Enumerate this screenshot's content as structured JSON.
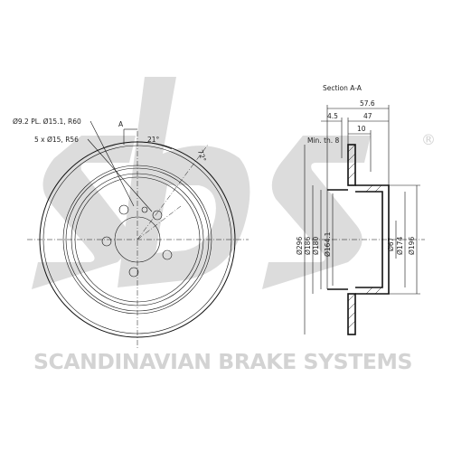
{
  "watermark": {
    "logo_text": "sbs",
    "company_text": "SCANDINAVIAN BRAKE SYSTEMS",
    "registered_mark": "®"
  },
  "front_view": {
    "callout_holes": "Ø9.2 PL. Ø15.1, R60",
    "callout_bolts": "5 x Ø15, R56",
    "section_marker": "A",
    "angle_label": "21°",
    "angle2_label": "72°"
  },
  "section_view": {
    "title": "Section A-A",
    "dim_57_6": "57.6",
    "dim_4_5": "4.5",
    "dim_47": "47",
    "dim_10": "10",
    "min_thickness": "Min. th. 8",
    "dia_296": "Ø296",
    "dia_186": "Ø186",
    "dia_180": "Ø180",
    "dia_164_1": "Ø164.1",
    "dia_67": "Ø67",
    "dia_174": "Ø174",
    "dia_196": "Ø196"
  }
}
